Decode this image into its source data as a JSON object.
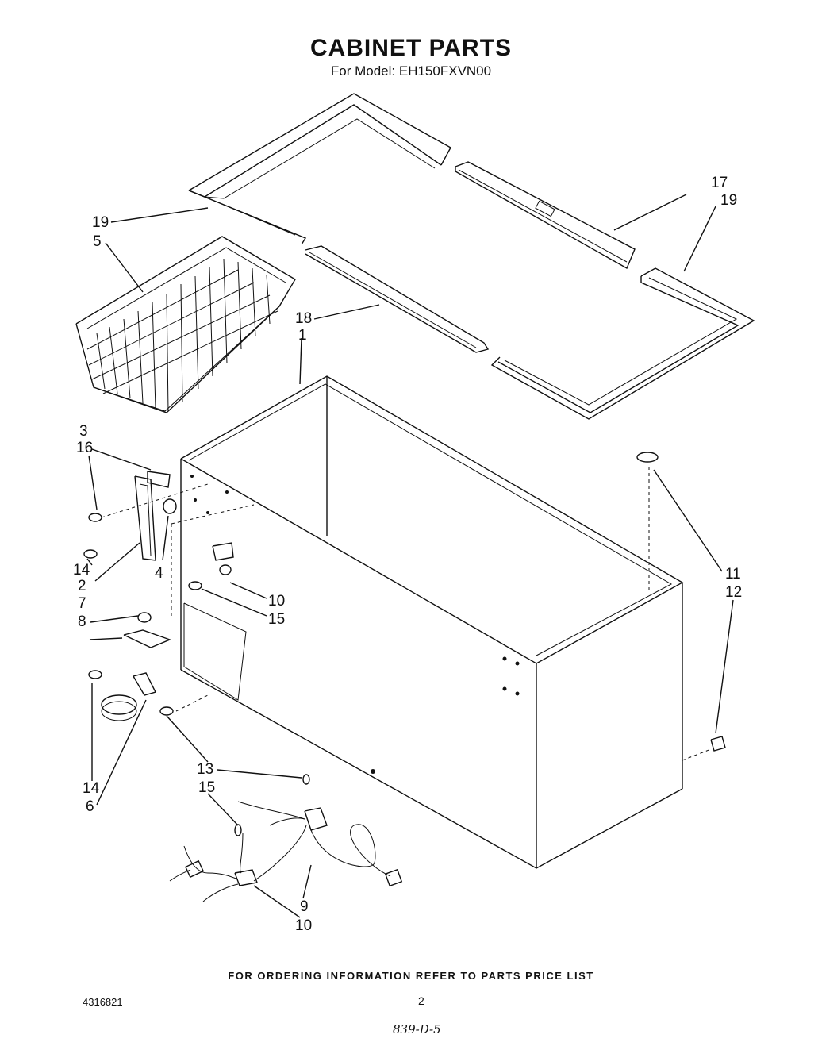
{
  "title": "CABINET PARTS",
  "subtitle": "For Model: EH150FXVN00",
  "footer": "FOR ORDERING INFORMATION REFER TO PARTS PRICE LIST",
  "doc_number": "4316821",
  "page_number": "2",
  "handwritten_note": "839-D-5",
  "callouts": {
    "c17": "17",
    "c19a": "19",
    "c19b": "19",
    "c5": "5",
    "c18": "18",
    "c1": "1",
    "c3": "3",
    "c16": "16",
    "c14a": "14",
    "c2": "2",
    "c4": "4",
    "c7": "7",
    "c8": "8",
    "c10a": "10",
    "c15a": "15",
    "c11": "11",
    "c12": "12",
    "c14b": "14",
    "c6": "6",
    "c13": "13",
    "c15b": "15",
    "c9": "9",
    "c10b": "10"
  }
}
